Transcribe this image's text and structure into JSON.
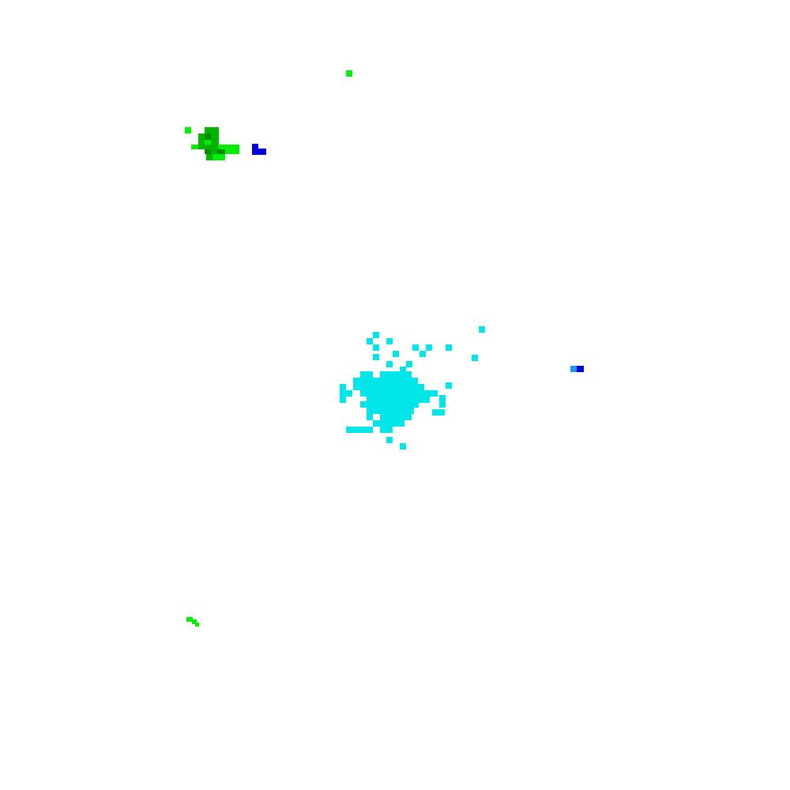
{
  "board": {
    "background": "#ffffff"
  },
  "colors": {
    "cyan": "#00e5e8",
    "green": "#00ee00",
    "dark_green": "#00b400",
    "darker_green": "#008c00",
    "blue": "#0000dd",
    "azure": "#1e90ff"
  },
  "entities": [
    {
      "name": "central-cyan-cluster",
      "color_key": "cyan"
    },
    {
      "name": "green-cluster",
      "color_key": "green"
    },
    {
      "name": "blue-cell-group",
      "color_key": "blue"
    },
    {
      "name": "right-blue-cell-pair",
      "color_key": "blue"
    },
    {
      "name": "lone-green-cell",
      "color_key": "green"
    },
    {
      "name": "bottom-left-green-fragment",
      "color_key": "green"
    }
  ]
}
